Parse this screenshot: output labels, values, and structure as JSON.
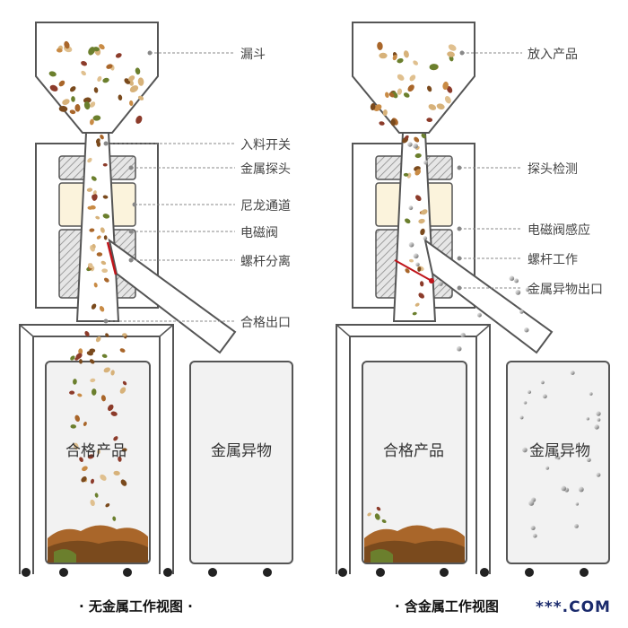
{
  "left_panel": {
    "labels": {
      "hopper": "漏斗",
      "feed_switch": "入料开关",
      "metal_probe": "金属探头",
      "nylon_channel": "尼龙通道",
      "solenoid_valve": "电磁阀",
      "screw_separation": "螺杆分离",
      "qualified_outlet": "合格出口"
    },
    "bins": {
      "good": "合格产品",
      "reject": "金属异物"
    },
    "caption": "· 无金属工作视图 ·"
  },
  "right_panel": {
    "labels": {
      "put_product": "放入产品",
      "probe_detect": "探头检测",
      "valve_sense": "电磁阀感应",
      "screw_work": "螺杆工作",
      "metal_outlet": "金属异物出口"
    },
    "bins": {
      "good": "合格产品",
      "reject": "金属异物"
    },
    "caption": "· 含金属工作视图"
  },
  "watermark": "***.COM",
  "colors": {
    "frame": "#555555",
    "bin_fill": "#f2f2f2",
    "nylon": "#fbf3dc",
    "valve_red": "#c0151b"
  }
}
